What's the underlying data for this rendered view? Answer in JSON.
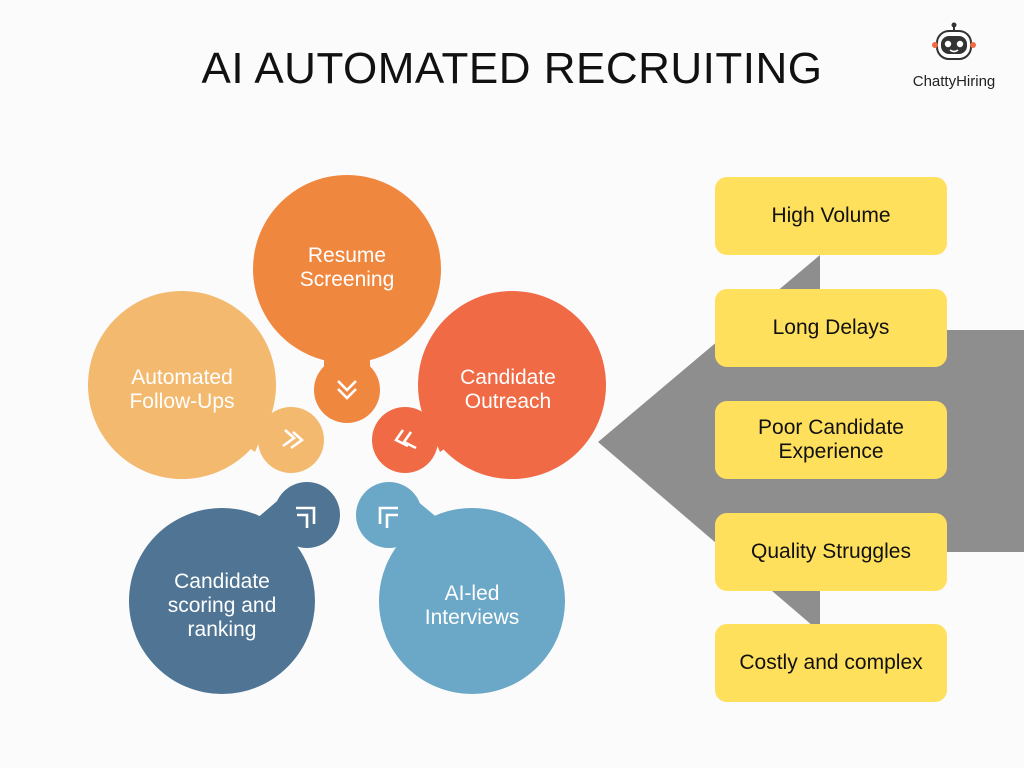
{
  "title": "AI AUTOMATED RECRUITING",
  "brand": {
    "name": "ChattyHiring",
    "icon": "robot-icon"
  },
  "colors": {
    "orange": "#f0873f",
    "red_orange": "#ef6a45",
    "light_orange": "#f3b96f",
    "dark_blue": "#4f7494",
    "light_blue": "#6ba7c7",
    "yellow": "#ffe05c",
    "arrow_gray": "#8e8e8e"
  },
  "cycle": [
    {
      "label": "Resume Screening",
      "icon": "chevron-down-double-icon"
    },
    {
      "label": "Candidate Outreach",
      "icon": "chevron-left-double-icon"
    },
    {
      "label": "AI-led Interviews",
      "icon": "corner-arrow-up-left-icon"
    },
    {
      "label": "Candidate scoring and ranking",
      "icon": "corner-arrow-up-right-icon"
    },
    {
      "label": "Automated Follow-Ups",
      "icon": "chevron-right-double-icon"
    }
  ],
  "challenges": [
    "High Volume",
    "Long Delays",
    "Poor Candidate Experience",
    "Quality Struggles",
    "Costly and complex"
  ]
}
